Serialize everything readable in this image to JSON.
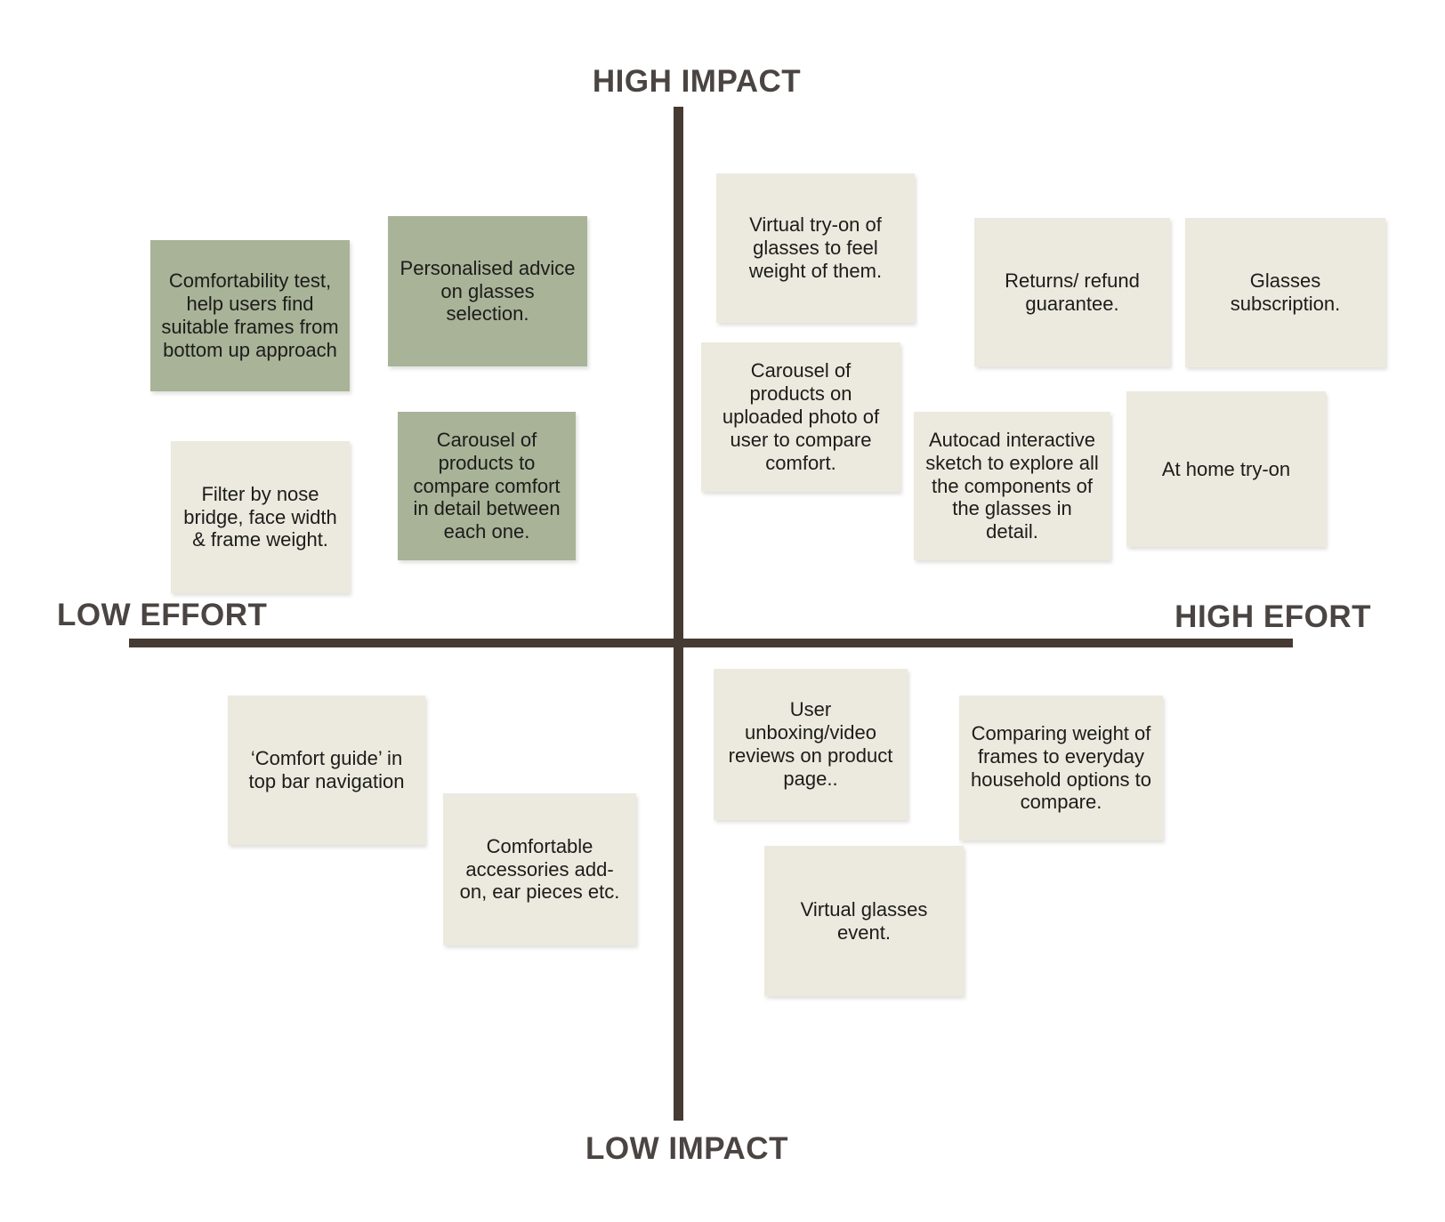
{
  "matrix": {
    "axis_labels": {
      "top": "HIGH IMPACT",
      "bottom": "LOW IMPACT",
      "left": "LOW EFFORT",
      "right": "HIGH EFORT"
    },
    "colors": {
      "background": "#FFFFFF",
      "axis_line": "#453B33",
      "axis_label_text": "#4A4442",
      "note_green": "#A8B398",
      "note_beige": "#ECEADE",
      "note_text": "#1C1C1A"
    },
    "notes": [
      {
        "text": "Comfortability test, help users find suitable frames from bottom up approach",
        "color": "green",
        "quadrant": "high-impact-low-effort"
      },
      {
        "text": "Personalised advice on glasses selection.",
        "color": "green",
        "quadrant": "high-impact-low-effort"
      },
      {
        "text": "Filter by nose bridge, face width & frame weight.",
        "color": "beige",
        "quadrant": "high-impact-low-effort"
      },
      {
        "text": "Carousel of products to compare comfort in detail between each one.",
        "color": "green",
        "quadrant": "high-impact-low-effort"
      },
      {
        "text": "Virtual try-on of glasses to feel weight of them.",
        "color": "beige",
        "quadrant": "high-impact-high-effort"
      },
      {
        "text": "Returns/ refund guarantee.",
        "color": "beige",
        "quadrant": "high-impact-high-effort"
      },
      {
        "text": "Glasses subscription.",
        "color": "beige",
        "quadrant": "high-impact-high-effort"
      },
      {
        "text": "Carousel of products on uploaded photo of user to compare comfort.",
        "color": "beige",
        "quadrant": "high-impact-high-effort"
      },
      {
        "text": "Autocad interactive sketch to explore all the components of the glasses in detail.",
        "color": "beige",
        "quadrant": "high-impact-high-effort"
      },
      {
        "text": "At home try-on",
        "color": "beige",
        "quadrant": "high-impact-high-effort"
      },
      {
        "text": "‘Comfort guide’ in top bar navigation",
        "color": "beige",
        "quadrant": "low-impact-low-effort"
      },
      {
        "text": "Comfortable accessories add-on, ear pieces etc.",
        "color": "beige",
        "quadrant": "low-impact-low-effort"
      },
      {
        "text": "User unboxing/video reviews on product page..",
        "color": "beige",
        "quadrant": "low-impact-high-effort"
      },
      {
        "text": "Comparing weight of frames to everyday household options to compare.",
        "color": "beige",
        "quadrant": "low-impact-high-effort"
      },
      {
        "text": "Virtual glasses event.",
        "color": "beige",
        "quadrant": "low-impact-high-effort"
      }
    ]
  }
}
